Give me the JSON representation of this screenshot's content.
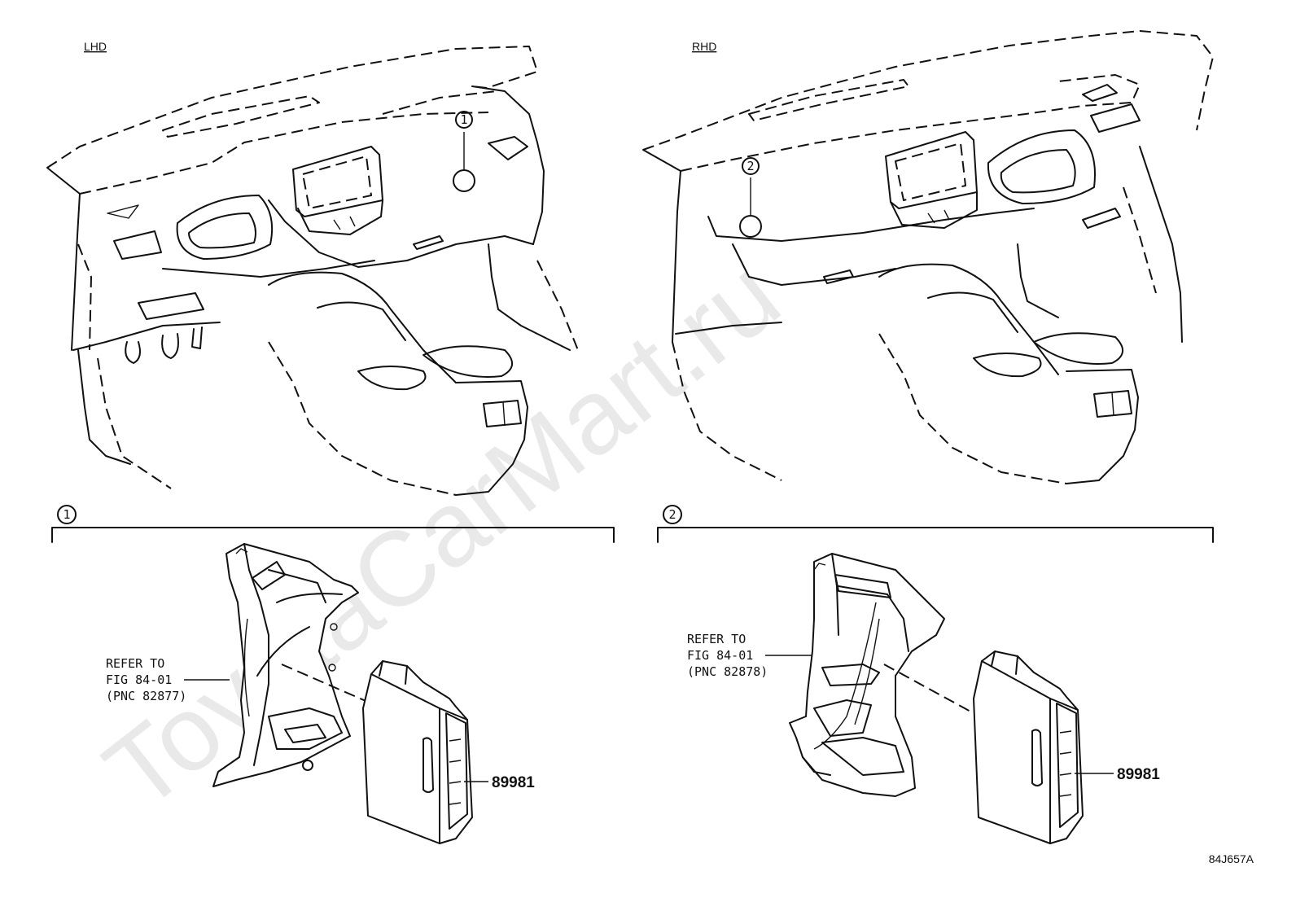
{
  "watermark": "ToyotaCarMart.ru",
  "views": {
    "lhd": {
      "title": "LHD",
      "callout": "1"
    },
    "rhd": {
      "title": "RHD",
      "callout": "2"
    }
  },
  "details": {
    "left": {
      "callout": "1",
      "refer_line1": "REFER TO",
      "refer_line2": "FIG 84-01",
      "refer_line3": "(PNC 82877)",
      "part_number": "89981"
    },
    "right": {
      "callout": "2",
      "refer_line1": "REFER TO",
      "refer_line2": "FIG 84-01",
      "refer_line3": "(PNC 82878)",
      "part_number": "89981"
    }
  },
  "diagram_code": "84J657A"
}
